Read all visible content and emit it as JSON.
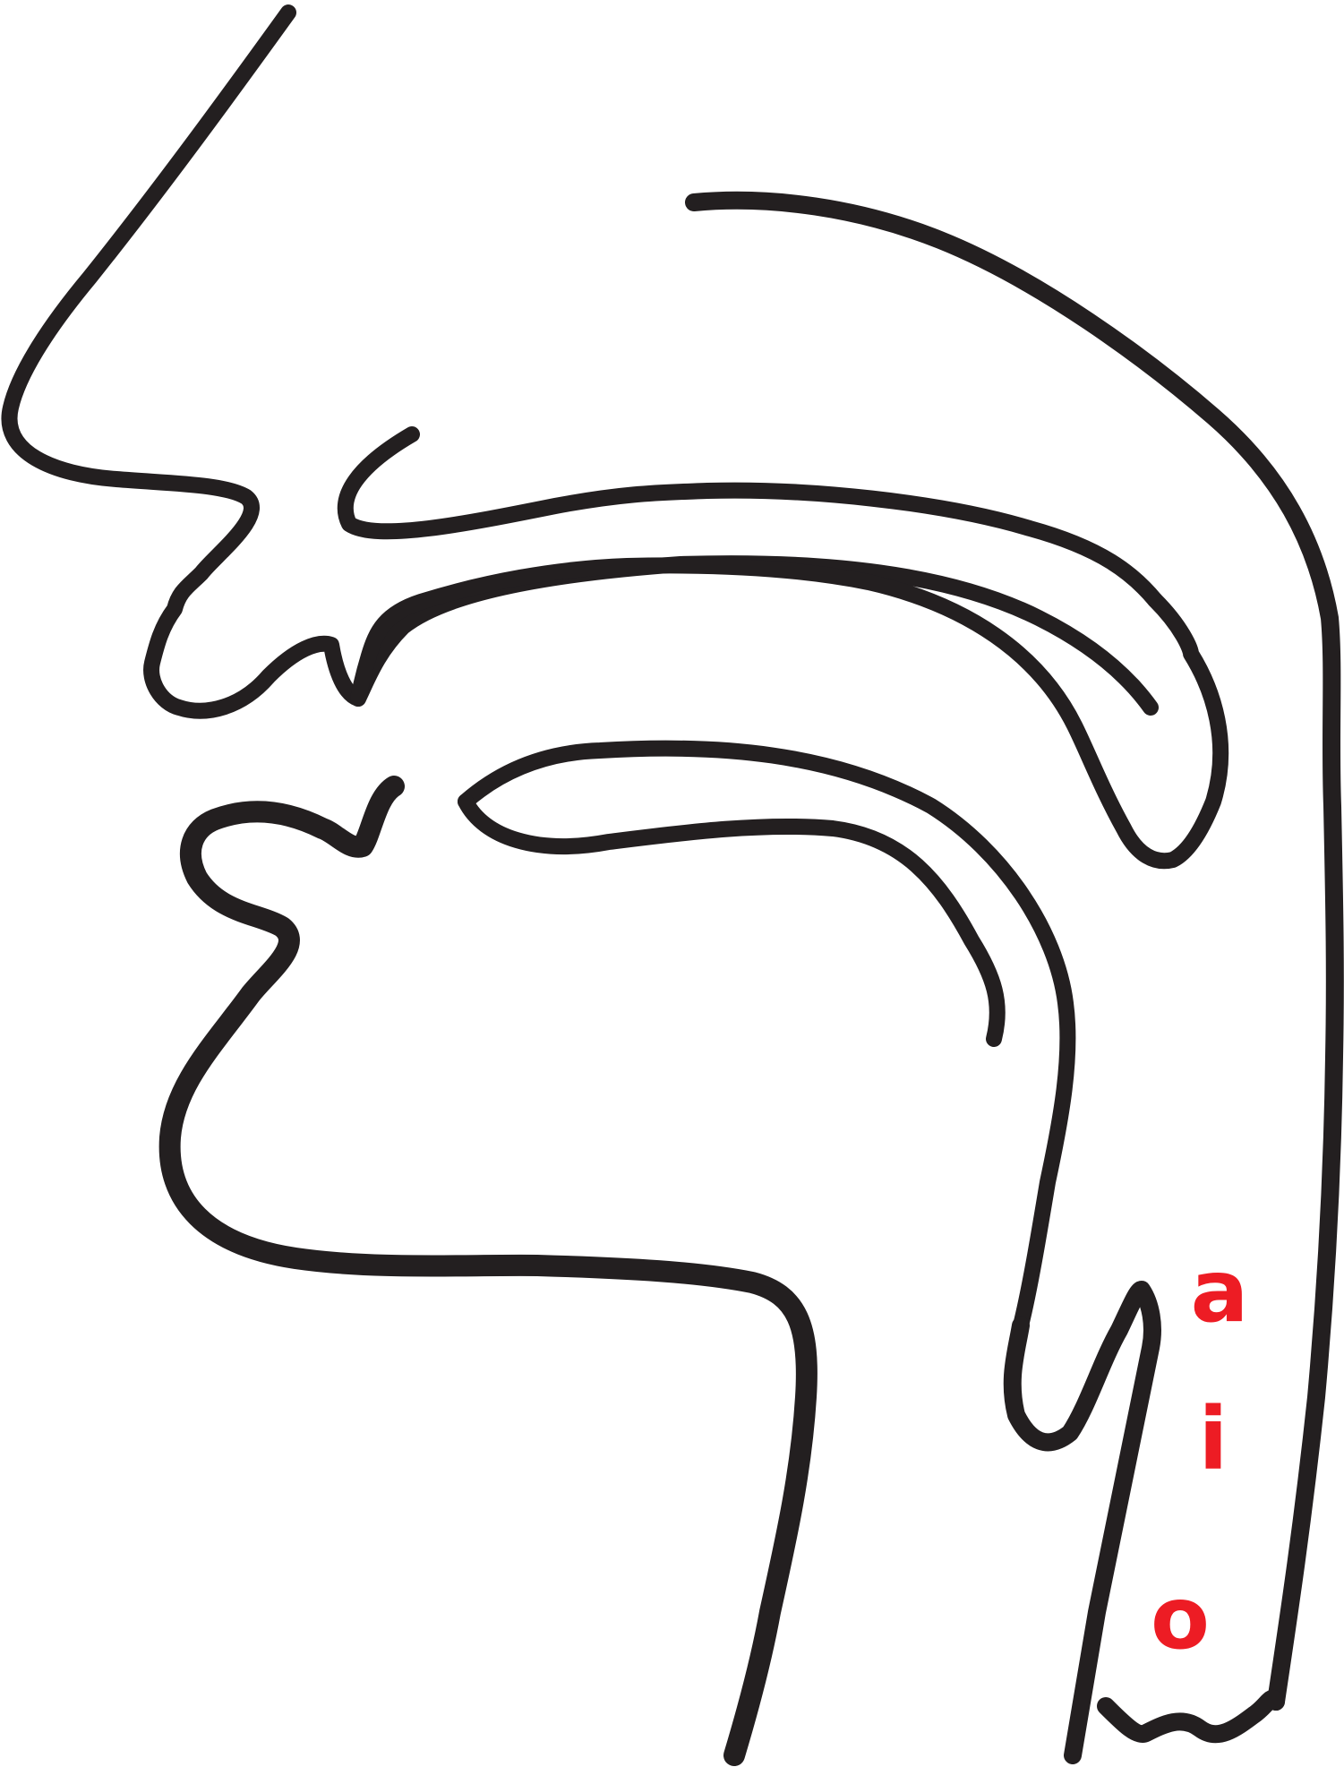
{
  "diagram": {
    "stroke_color": "#231f20",
    "label_color": "#ed1c24",
    "background": "#ffffff",
    "labels": {
      "vowel_a": "a",
      "vowel_i": "i",
      "vowel_o": "o"
    }
  }
}
